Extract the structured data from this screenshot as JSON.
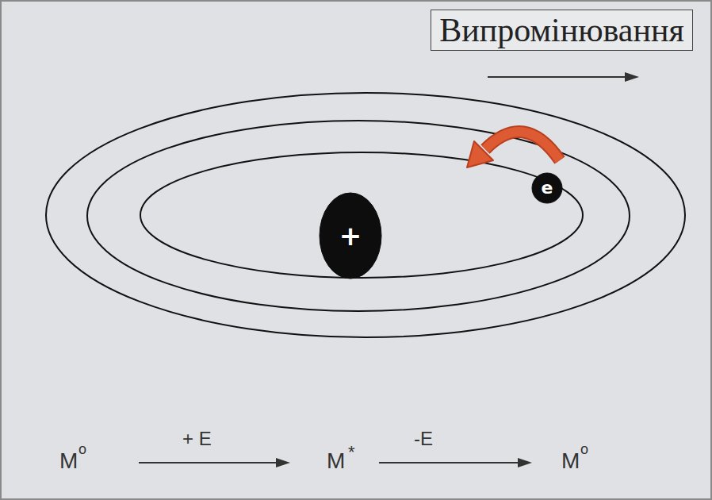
{
  "diagram": {
    "nodes": [
      {
        "text": [
          "Випромінювання"
        ]
      },
      {
        "text": [
          "e"
        ]
      },
      {
        "text": [
          "+"
        ]
      }
    ],
    "labels": [
      "M",
      "o",
      "+ E",
      "M",
      "*",
      "-E",
      "M",
      "o"
    ]
  }
}
